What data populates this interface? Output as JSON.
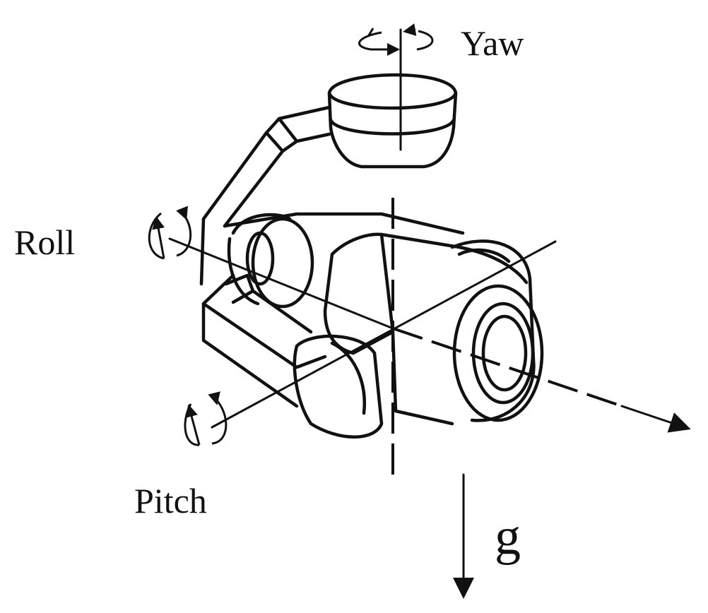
{
  "labels": {
    "yaw": "Yaw",
    "roll": "Roll",
    "pitch": "Pitch",
    "gravity": "g"
  },
  "colors": {
    "ink": "#111111",
    "background": "#ffffff"
  }
}
